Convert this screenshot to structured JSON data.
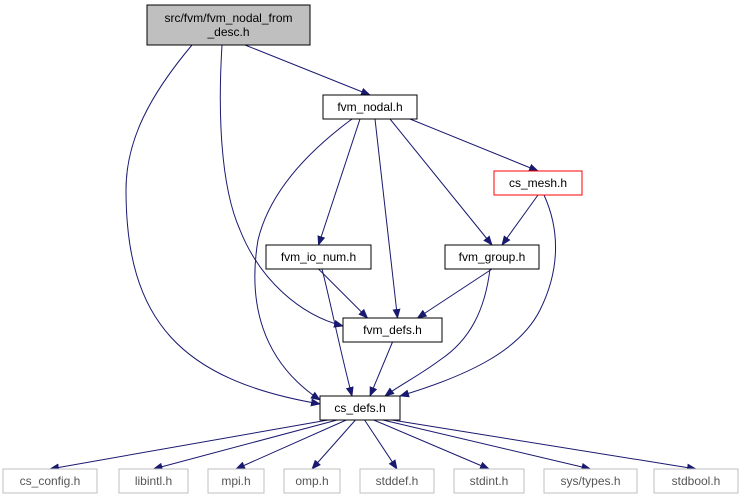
{
  "colors": {
    "edge": "#191970",
    "root_fill": "#bfbfbf",
    "normal_border": "#000000",
    "highlight_border": "#ff0000",
    "external_border": "#bfbfbf"
  },
  "nodes": {
    "root": {
      "lines": [
        "src/fvm/fvm_nodal_from",
        "_desc.h"
      ],
      "style": "root"
    },
    "fvm_nodal": {
      "lines": [
        "fvm_nodal.h"
      ],
      "style": "normal"
    },
    "cs_mesh": {
      "lines": [
        "cs_mesh.h"
      ],
      "style": "highlight"
    },
    "fvm_io_num": {
      "lines": [
        "fvm_io_num.h"
      ],
      "style": "normal"
    },
    "fvm_group": {
      "lines": [
        "fvm_group.h"
      ],
      "style": "normal"
    },
    "fvm_defs": {
      "lines": [
        "fvm_defs.h"
      ],
      "style": "normal"
    },
    "cs_defs": {
      "lines": [
        "cs_defs.h"
      ],
      "style": "normal"
    },
    "cs_config": {
      "lines": [
        "cs_config.h"
      ],
      "style": "external"
    },
    "libintl": {
      "lines": [
        "libintl.h"
      ],
      "style": "external"
    },
    "mpi": {
      "lines": [
        "mpi.h"
      ],
      "style": "external"
    },
    "omp": {
      "lines": [
        "omp.h"
      ],
      "style": "external"
    },
    "stddef": {
      "lines": [
        "stddef.h"
      ],
      "style": "external"
    },
    "stdint": {
      "lines": [
        "stdint.h"
      ],
      "style": "external"
    },
    "sys_types": {
      "lines": [
        "sys/types.h"
      ],
      "style": "external"
    },
    "stdbool": {
      "lines": [
        "stdbool.h"
      ],
      "style": "external"
    }
  },
  "edges": [
    [
      "root",
      "fvm_nodal"
    ],
    [
      "root",
      "fvm_defs"
    ],
    [
      "root",
      "cs_defs"
    ],
    [
      "fvm_nodal",
      "cs_mesh"
    ],
    [
      "fvm_nodal",
      "fvm_io_num"
    ],
    [
      "fvm_nodal",
      "fvm_group"
    ],
    [
      "fvm_nodal",
      "fvm_defs"
    ],
    [
      "fvm_nodal",
      "cs_defs"
    ],
    [
      "cs_mesh",
      "fvm_group"
    ],
    [
      "cs_mesh",
      "cs_defs"
    ],
    [
      "fvm_io_num",
      "fvm_defs"
    ],
    [
      "fvm_io_num",
      "cs_defs"
    ],
    [
      "fvm_group",
      "fvm_defs"
    ],
    [
      "fvm_group",
      "cs_defs"
    ],
    [
      "fvm_defs",
      "cs_defs"
    ],
    [
      "cs_defs",
      "cs_config"
    ],
    [
      "cs_defs",
      "libintl"
    ],
    [
      "cs_defs",
      "mpi"
    ],
    [
      "cs_defs",
      "omp"
    ],
    [
      "cs_defs",
      "stddef"
    ],
    [
      "cs_defs",
      "stdint"
    ],
    [
      "cs_defs",
      "sys_types"
    ],
    [
      "cs_defs",
      "stdbool"
    ]
  ]
}
